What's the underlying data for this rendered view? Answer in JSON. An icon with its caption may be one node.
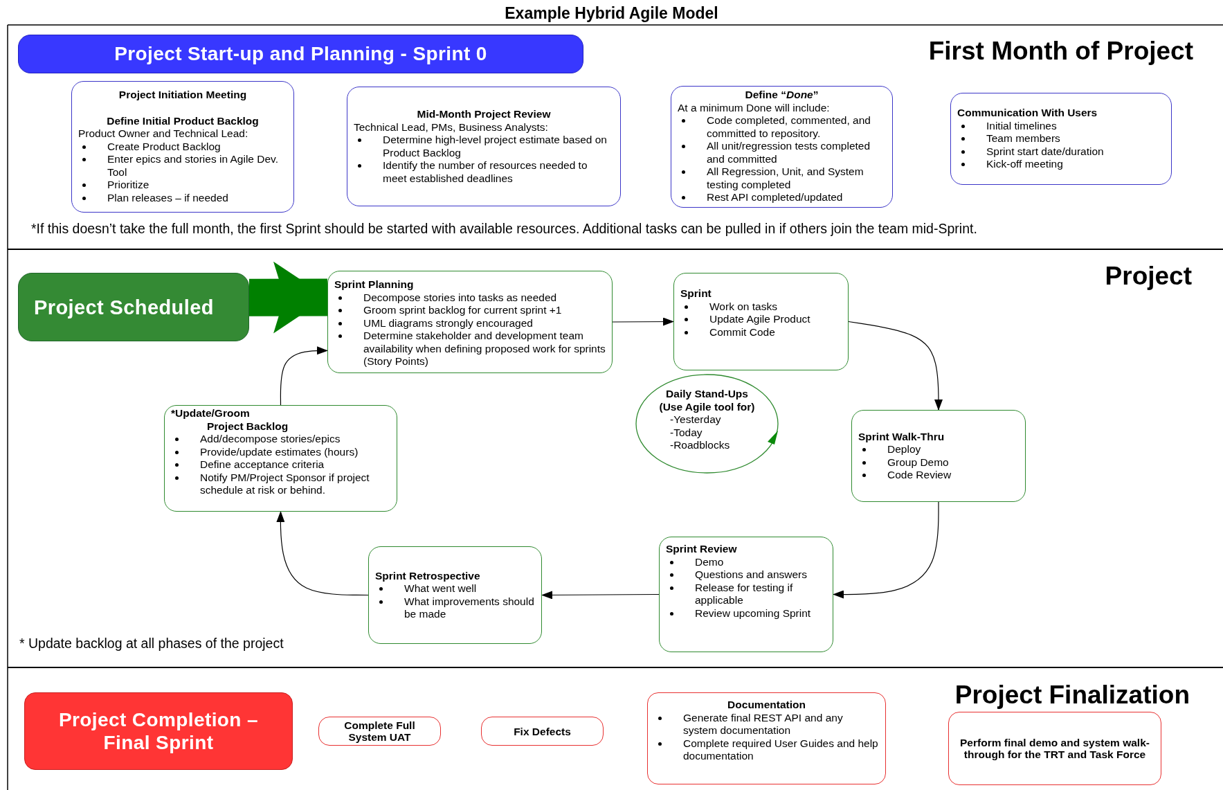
{
  "diagram": {
    "title": "Example Hybrid Agile Model",
    "nodes": [
      {
        "text": [
          "Project Start-up and Planning - Sprint 0"
        ]
      },
      {
        "text": [
          "Project Initiation Meeting",
          "Define Initial Product Backlog",
          "Product Owner and Technical Lead:",
          "Create Product Backlog",
          "Enter epics and stories in Agile Dev. Tool",
          "Prioritize",
          "Plan releases – if needed"
        ]
      },
      {
        "text": [
          "Mid-Month Project Review",
          "Technical Lead, PMs, Business Analysts:",
          "Determine high-level project estimate based on Product Backlog",
          "Identify the number of resources needed to meet established deadlines"
        ]
      },
      {
        "text": [
          "Define “*Done*”",
          "At a minimum Done will include:",
          "Code completed, commented, and committed to repository.",
          "All unit/regression tests completed and committed",
          "All Regression, Unit, and System testing completed",
          "Rest API completed/updated"
        ]
      },
      {
        "text": [
          "Communication With Users",
          "Initial timelines",
          "Team members",
          "Sprint start date/duration",
          "Kick-off meeting"
        ]
      },
      {
        "text": [
          "Project Scheduled"
        ]
      },
      {
        "text": [
          "Sprint Planning",
          "Decompose stories into tasks as needed",
          "Groom sprint backlog for current sprint +1",
          "UML diagrams strongly encouraged",
          "Determine stakeholder and development team availability when defining proposed work for sprints (Story Points)"
        ]
      },
      {
        "text": [
          "Sprint",
          "Work on tasks",
          "Update Agile Product",
          "Commit Code"
        ]
      },
      {
        "text": [
          "Daily Stand-Ups",
          "(Use Agile tool for)",
          "-Yesterday",
          "-Today",
          "-Roadblocks"
        ]
      },
      {
        "text": [
          "Sprint Walk-Thru",
          "Deploy",
          "Group Demo",
          "Code Review"
        ]
      },
      {
        "text": [
          "Sprint Review",
          "Demo",
          "Questions and answers",
          "Release for testing if applicable",
          "Review upcoming Sprint"
        ]
      },
      {
        "text": [
          "Sprint Retrospective",
          "What went well",
          "What improvements should be made"
        ]
      },
      {
        "text": [
          "*Update/Groom",
          "Project Backlog",
          "Add/decompose stories/epics",
          "Provide/update estimates (hours)",
          "Define acceptance criteria",
          "Notify PM/Project Sponsor if project schedule at risk or behind."
        ]
      },
      {
        "text": [
          "Project Completion – Final Sprint"
        ]
      },
      {
        "text": [
          "Complete Full System UAT"
        ]
      },
      {
        "text": [
          "Fix Defects"
        ]
      },
      {
        "text": [
          "Documentation",
          "Generate final REST API and any system documentation",
          "Complete required User Guides and help documentation"
        ]
      },
      {
        "text": [
          "Perform final demo and system walk-through for the TRT and Task Force"
        ]
      }
    ],
    "edges": [
      {
        "from": 5,
        "to": 6,
        "arrow": "to",
        "style": "thick",
        "color": "#008000"
      },
      {
        "from": 6,
        "to": 7,
        "arrow": "to"
      },
      {
        "from": 7,
        "to": 9,
        "arrow": "to"
      },
      {
        "from": 9,
        "to": 10,
        "arrow": "to"
      },
      {
        "from": 10,
        "to": 11,
        "arrow": "to"
      },
      {
        "from": 11,
        "to": 12,
        "arrow": "to"
      },
      {
        "from": 12,
        "to": 6,
        "arrow": "to"
      }
    ],
    "labels": [
      "First Month of Project",
      "*If this doesn’t take the full month, the first Sprint should be started with available resources. Additional tasks can be pulled in if others join the team mid-Sprint.",
      "Project",
      "* Update backlog at all phases of the project",
      "Project Finalization"
    ]
  }
}
